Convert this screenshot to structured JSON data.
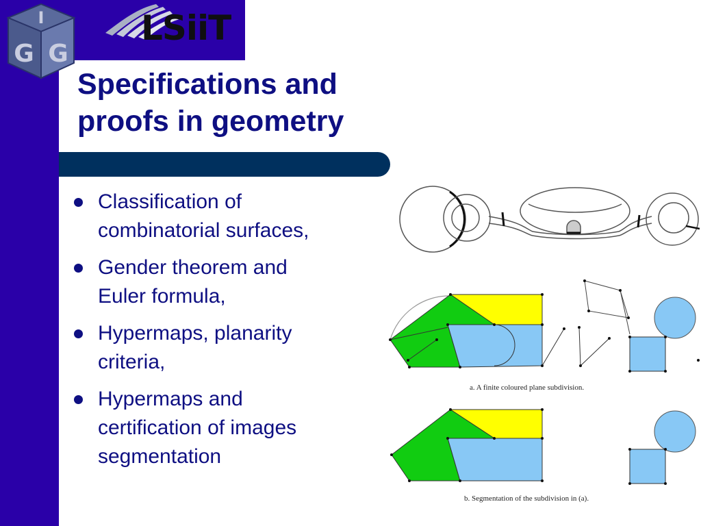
{
  "logos": {
    "cube_letters": [
      "I",
      "G",
      "G"
    ],
    "lab_name": "LSiiT"
  },
  "title": {
    "line1": "Specifications and",
    "line2": "proofs in geometry"
  },
  "bullets": [
    {
      "lines": [
        "Classification of",
        "combinatorial surfaces,"
      ]
    },
    {
      "lines": [
        "Gender theorem and",
        "Euler formula,"
      ]
    },
    {
      "lines": [
        "Hypermaps, planarity",
        "criteria,"
      ]
    },
    {
      "lines": [
        "Hypermaps and",
        "certification of images",
        "segmentation"
      ]
    }
  ],
  "figures": {
    "caption_a": "a. A finite coloured plane subdivision.",
    "caption_b": "b. Segmentation of the subdivision in (a)."
  },
  "colors": {
    "background_band": "#2a00a8",
    "title_text": "#0e0f82",
    "title_bar": "#00305e",
    "region_green": "#11cc11",
    "region_yellow": "#ffff00",
    "region_blue": "#88c8f5"
  }
}
